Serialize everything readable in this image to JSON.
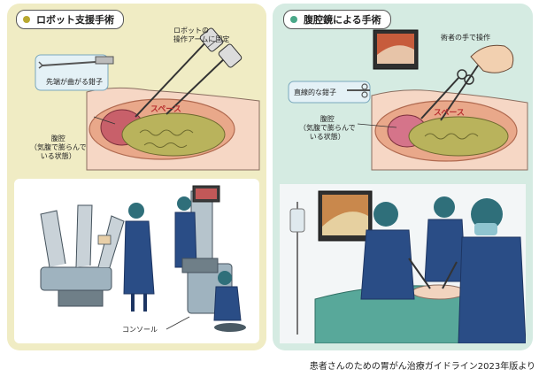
{
  "left_panel": {
    "title": "ロボット支援手術",
    "arm_label_line1": "ロボットの",
    "arm_label_line2": "操作アームに固定",
    "forceps_label": "先端が曲がる鉗子",
    "space_label": "スペース",
    "cavity_label_line1": "腹腔",
    "cavity_label_line2": "（気腹で膨らんで",
    "cavity_label_line3": "いる状態）",
    "console_label": "コンソール"
  },
  "right_panel": {
    "title": "腹腔鏡による手術",
    "hand_label": "術者の手で操作",
    "forceps_label": "直線的な鉗子",
    "space_label": "スペース",
    "cavity_label_line1": "腹腔",
    "cavity_label_line2": "（気腹で膨らんで",
    "cavity_label_line3": "いる状態）"
  },
  "credit": "患者さんのための胃がん治療ガイドライン2023年版より",
  "colors": {
    "left_panel_bg": "#f0ecc4",
    "right_panel_bg": "#d5ebe2",
    "surgeon_teal": "#2f6f7a",
    "scrubs_blue": "#2a4d86",
    "organ_red": "#c8606a",
    "bowel_olive": "#b9b35c"
  }
}
